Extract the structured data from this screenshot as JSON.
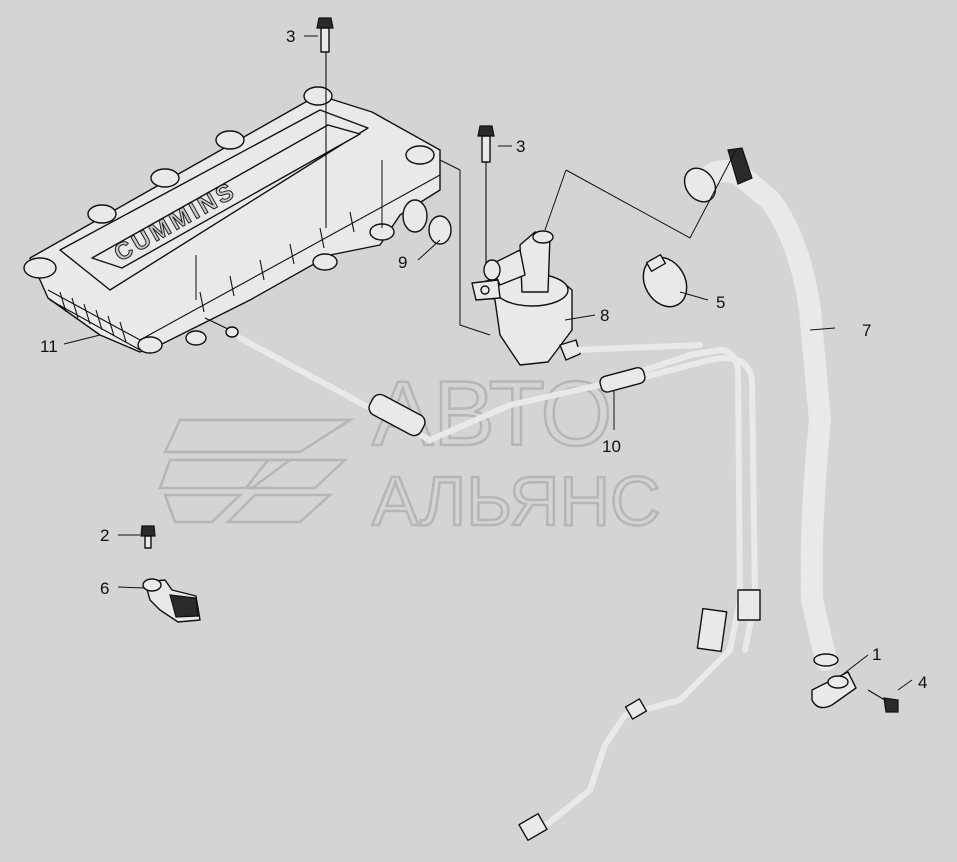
{
  "watermark": {
    "line1": "АВТО",
    "line2": "АЛЬЯНС"
  },
  "engine_cover": {
    "brand": "CUMMINS"
  },
  "callouts": [
    {
      "id": "callout-1",
      "label": "1"
    },
    {
      "id": "callout-2",
      "label": "2"
    },
    {
      "id": "callout-3-top",
      "label": "3"
    },
    {
      "id": "callout-3-mid",
      "label": "3"
    },
    {
      "id": "callout-4",
      "label": "4"
    },
    {
      "id": "callout-5",
      "label": "5"
    },
    {
      "id": "callout-6",
      "label": "6"
    },
    {
      "id": "callout-7",
      "label": "7"
    },
    {
      "id": "callout-8",
      "label": "8"
    },
    {
      "id": "callout-9",
      "label": "9"
    },
    {
      "id": "callout-10",
      "label": "10"
    },
    {
      "id": "callout-11",
      "label": "11"
    }
  ]
}
